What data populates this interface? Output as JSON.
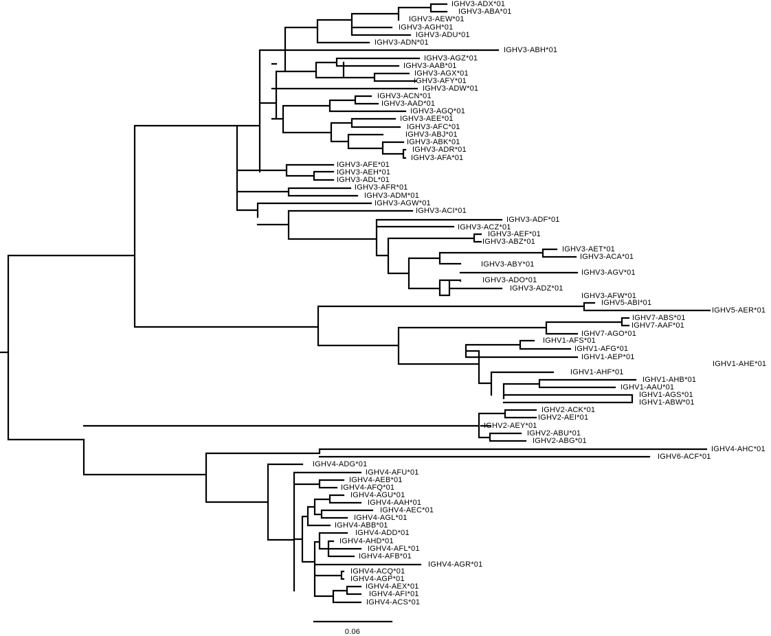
{
  "figure": {
    "type": "phylogenetic-tree",
    "line_color": "#000000",
    "text_color": "#000000",
    "background": "#ffffff"
  },
  "scale_bar": {
    "label": "0.06"
  },
  "tree": [
    [
      "ADX",
      "ABA",
      "AEW",
      "AGH",
      "ADU",
      "ADN"
    ],
    [
      "ABH"
    ],
    [
      "AGZ",
      "AAB",
      "AGX",
      "AFY",
      "ADW"
    ],
    [
      "ACN",
      "AAD",
      "AGQ",
      "AEE",
      "AFC",
      "ABJ",
      "ABK",
      "ADR",
      "AFA"
    ],
    [
      "AFE",
      "AEH",
      "ADL"
    ],
    [
      "AFR",
      "ADM",
      "AGW",
      "ACI"
    ],
    [
      "ADF",
      "ACZ",
      "AEF",
      "ABZ",
      "AET",
      "ACA",
      "ABY",
      "AGV",
      "ADO",
      "ADZ"
    ]
  ],
  "leaves": [
    "IGHV3-ADX*01",
    "IGHV3-ABA*01",
    "IGHV3-AEW*01",
    "IGHV3-AGH*01",
    "IGHV3-ADU*01",
    "IGHV3-ADN*01",
    "IGHV3-ABH*01",
    "IGHV3-AGZ*01",
    "IGHV3-AAB*01",
    "IGHV3-AGX*01",
    "IGHV3-AFY*01",
    "IGHV3-ADW*01",
    "IGHV3-ACN*01",
    "IGHV3-AAD*01",
    "IGHV3-AGQ*01",
    "IGHV3-AEE*01",
    "IGHV3-AFC*01",
    "IGHV3-ABJ*01",
    "IGHV3-ABK*01",
    "IGHV3-ADR*01",
    "IGHV3-AFA*01",
    "IGHV3-AFE*01",
    "IGHV3-AEH*01",
    "IGHV3-ADL*01",
    "IGHV3-AFR*01",
    "IGHV3-ADM*01",
    "IGHV3-AGW*01",
    "IGHV3-ACI*01",
    "IGHV3-ADF*01",
    "IGHV3-ACZ*01",
    "IGHV3-AEF*01",
    "IGHV3-ABZ*01",
    "IGHV3-AET*01",
    "IGHV3-ACA*01",
    "IGHV3-ABY*01",
    "IGHV3-AGV*01",
    "IGHV3-ADO*01",
    "IGHV3-ADZ*01",
    "IGHV3-AFW*01",
    "IGHV5-ABI*01",
    "IGHV5-AER*01",
    "IGHV7-ABS*01",
    "IGHV7-AAF*01",
    "IGHV7-AGO*01",
    "IGHV1-AFS*01",
    "IGHV1-AFG*01",
    "IGHV1-AEP*01",
    "IGHV1-AHE*01",
    "IGHV1-AHF*01",
    "IGHV1-AHB*01",
    "IGHV1-AAU*01",
    "IGHV1-AGS*01",
    "IGHV1-ABW*01",
    "IGHV2-ACK*01",
    "IGHV2-AEI*01",
    "IGHV2-AEY*01",
    "IGHV2-ABU*01",
    "IGHV2-ABG*01",
    "IGHV4-AHC*01",
    "IGHV6-ACF*01",
    "IGHV4-ADG*01",
    "IGHV4-AFU*01",
    "IGHV4-AEB*01",
    "IGHV4-AFQ*01",
    "IGHV4-AGU*01",
    "IGHV4-AAH*01",
    "IGHV4-AEC*01",
    "IGHV4-AGL*01",
    "IGHV4-ABB*01",
    "IGHV4-ADD*01",
    "IGHV4-AHD*01",
    "IGHV4-AFL*01",
    "IGHV4-AFB*01",
    "IGHV4-AGR*01",
    "IGHV4-ACQ*01",
    "IGHV4-AGP*01",
    "IGHV4-AEX*01",
    "IGHV4-AFI*01",
    "IGHV4-ACS*01"
  ]
}
